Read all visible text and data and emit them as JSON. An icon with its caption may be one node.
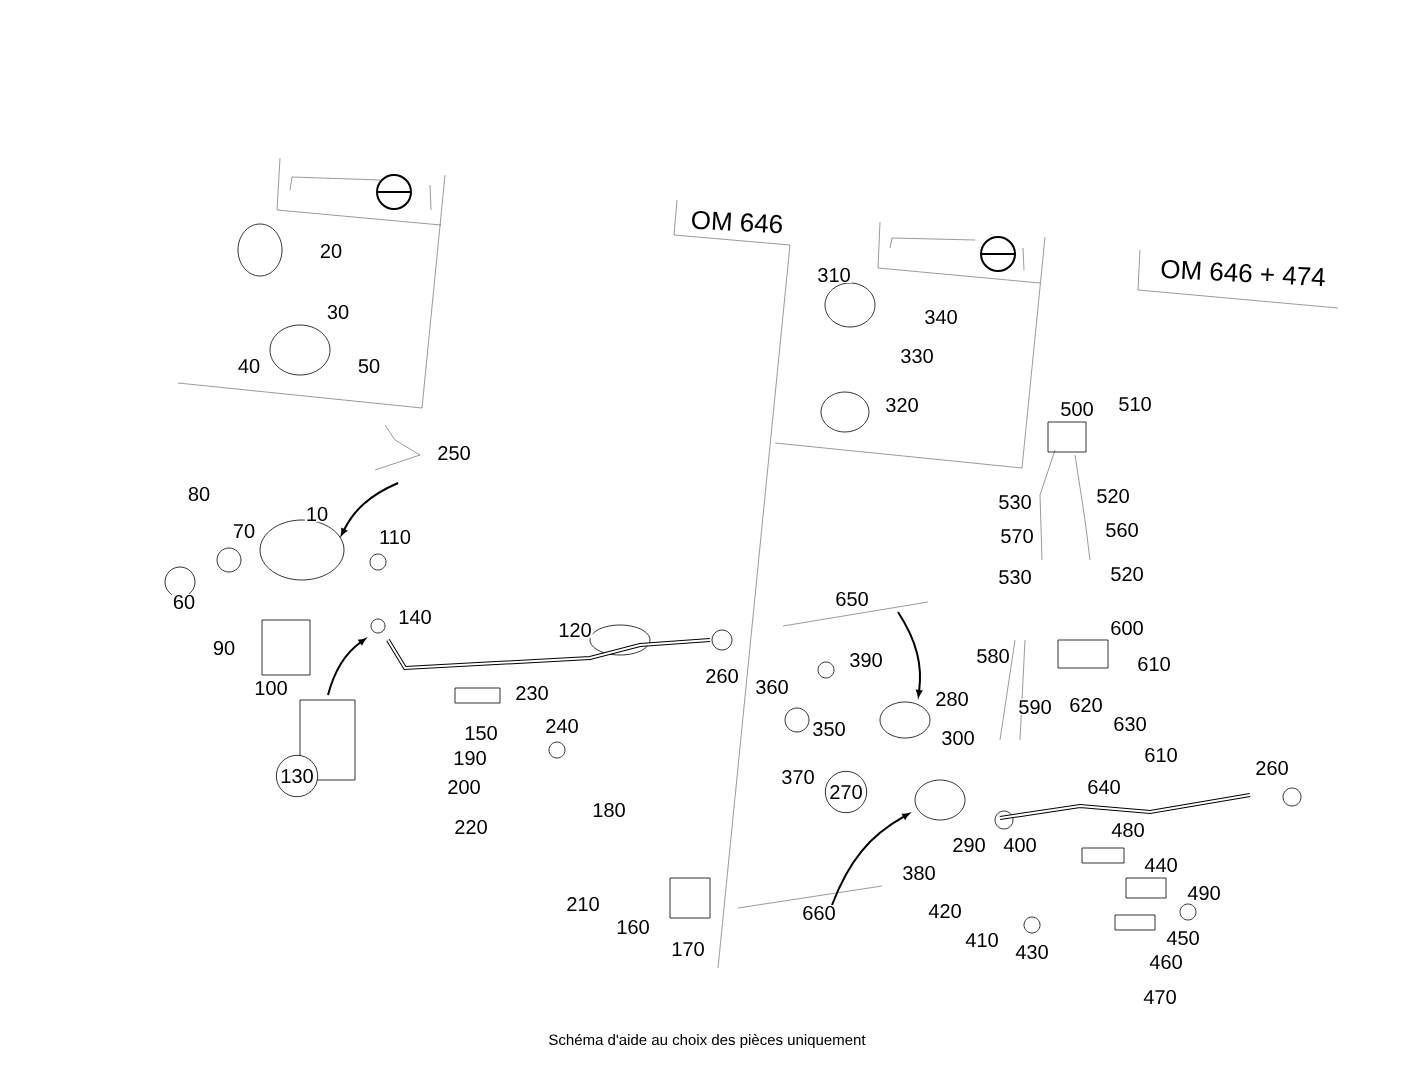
{
  "diagram": {
    "caption": "Schéma d'aide au choix des pièces uniquement",
    "labels": [
      "OM 646",
      "OM 646 + 474",
      "20",
      "30",
      "40",
      "50",
      "310",
      "340",
      "330",
      "320",
      "500",
      "510",
      "250",
      "80",
      "530",
      "520",
      "10",
      "70",
      "110",
      "570",
      "560",
      "530",
      "520",
      "60",
      "140",
      "650",
      "120",
      "600",
      "90",
      "390",
      "580",
      "610",
      "260",
      "100",
      "230",
      "360",
      "280",
      "590",
      "620",
      "150",
      "240",
      "350",
      "300",
      "630",
      "190",
      "610",
      "370",
      "260",
      "130",
      "200",
      "270",
      "640",
      "180",
      "220",
      "480",
      "290",
      "400",
      "440",
      "380",
      "490",
      "210",
      "660",
      "420",
      "160",
      "170",
      "410",
      "430",
      "450",
      "460",
      "470"
    ]
  }
}
